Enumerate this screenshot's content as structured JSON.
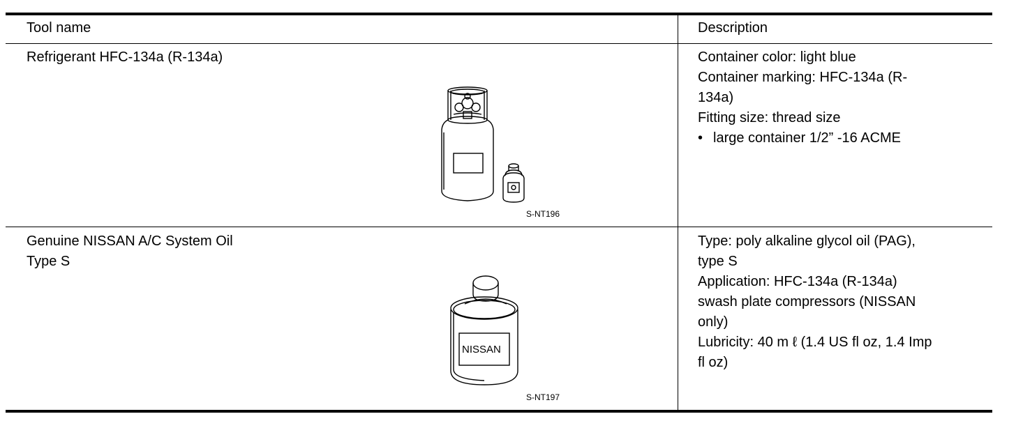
{
  "table": {
    "header": {
      "col1": "Tool name",
      "col2": "Description"
    },
    "rows": [
      {
        "name_lines": [
          "Refrigerant HFC-134a (R-134a)"
        ],
        "figure_code": "S-NT196",
        "icon": "refrigerant-containers-illustration",
        "desc_lines": [
          "Container color: light blue",
          "Container marking: HFC-134a (R-",
          "134a)",
          "Fitting size: thread size"
        ],
        "bullet": "large container 1/2” -16 ACME"
      },
      {
        "name_lines": [
          "Genuine NISSAN A/C System Oil",
          "Type S"
        ],
        "figure_code": "S-NT197",
        "icon": "oil-can-illustration",
        "can_label": "NISSAN",
        "desc_lines": [
          "Type: poly alkaline glycol oil (PAG),",
          "type S",
          "Application: HFC-134a (R-134a)",
          "swash plate compressors (NISSAN",
          "only)",
          "Lubricity: 40 m ℓ  (1.4 US fl oz, 1.4 Imp",
          "fl oz)"
        ]
      }
    ]
  }
}
